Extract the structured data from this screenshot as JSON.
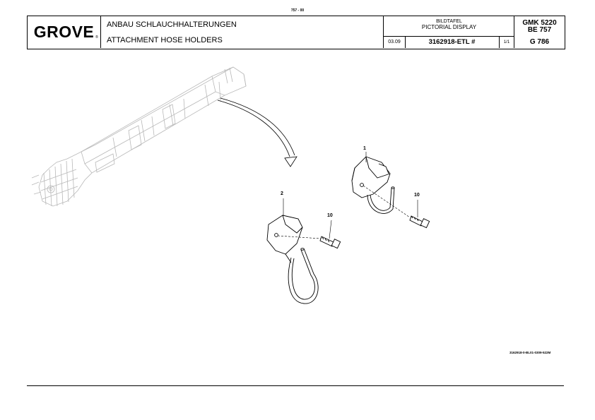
{
  "header": {
    "page_ref": "757 - 00",
    "logo": "GROVE",
    "logo_mark": "®",
    "title_de": "ANBAU SCHLAUCHHALTERUNGEN",
    "title_en": "ATTACHMENT HOSE HOLDERS",
    "pictorial_de": "BILDTAFEL",
    "pictorial_en": "PICTORIAL DISPLAY",
    "date": "03.09",
    "doc_number": "3162918-ETL #",
    "sheet": "1/1",
    "model": "GMK 5220",
    "subassembly": "BE 757",
    "group": "G 786"
  },
  "drawing": {
    "callouts": [
      "1",
      "2",
      "10",
      "10"
    ],
    "reference": "3162918-0-BL01-0309-522M"
  }
}
